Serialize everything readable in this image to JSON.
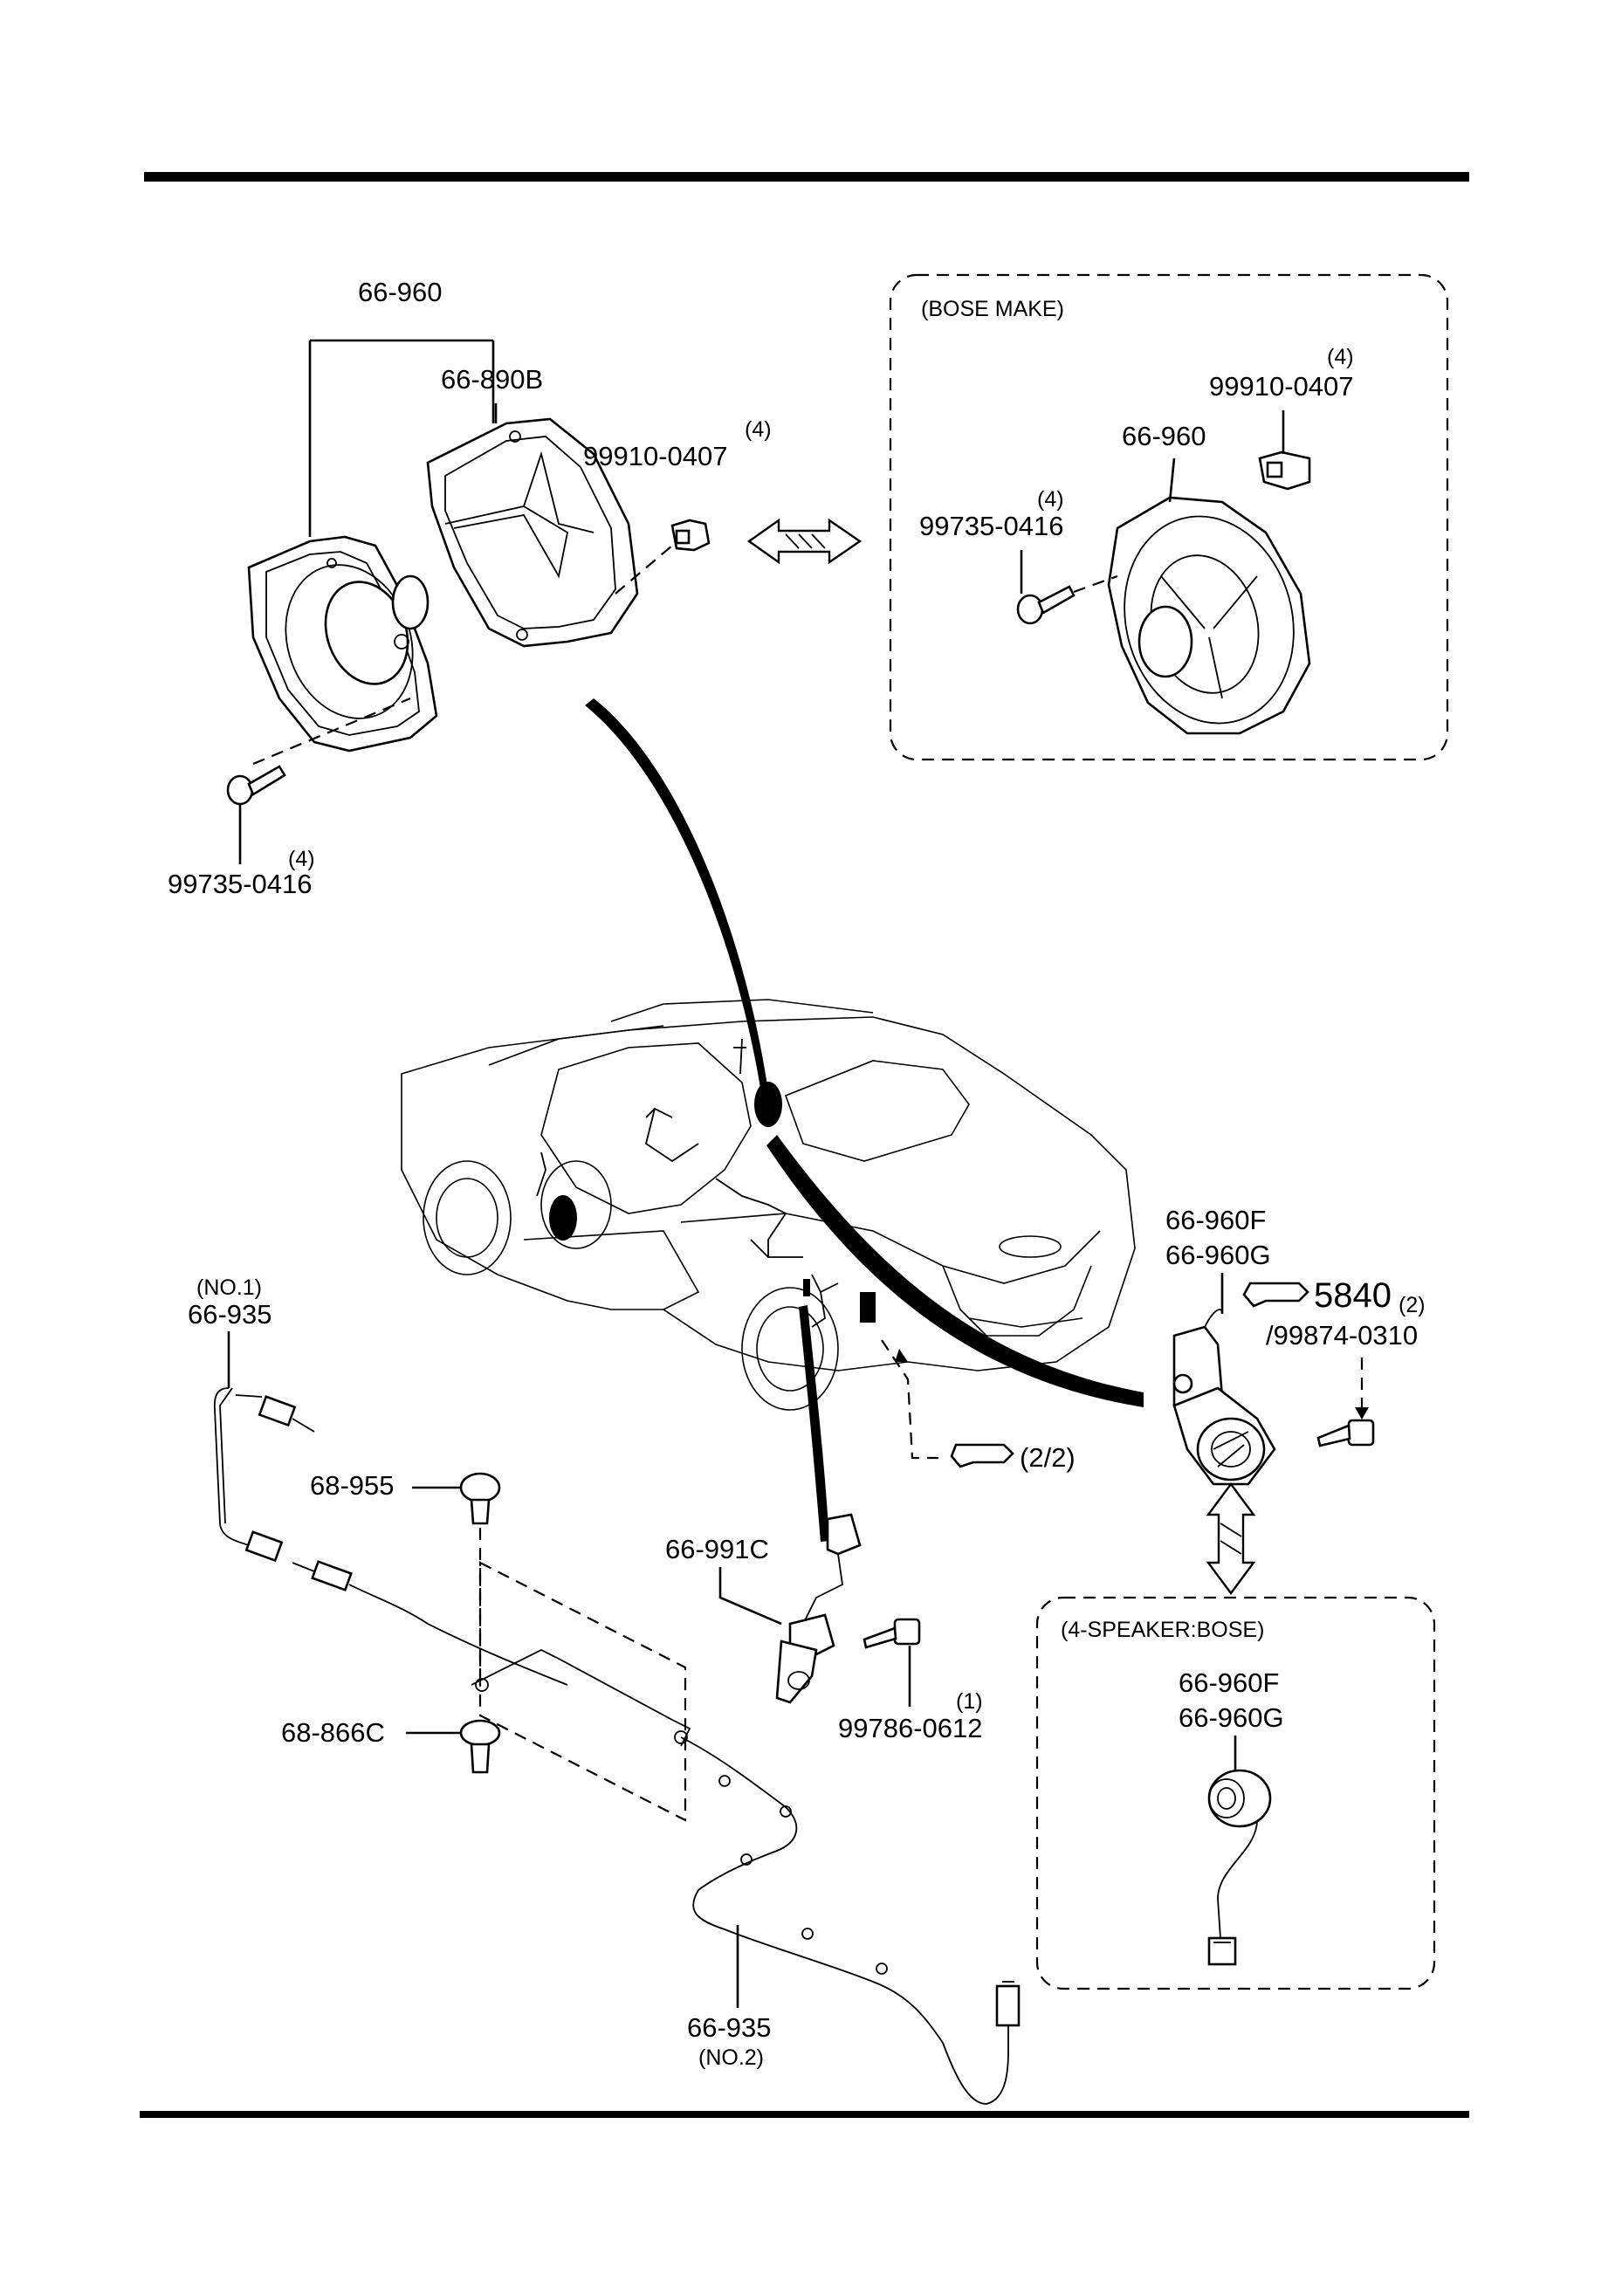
{
  "labels": {
    "speaker_assy": "66-960",
    "speaker_frame": "66-890B",
    "nut_qty": "(4)",
    "nut": "99910-0407",
    "screw_qty": "(4)",
    "screw": "99735-0416",
    "bose_title": "(BOSE MAKE)",
    "bose_nut_qty": "(4)",
    "bose_nut": "99910-0407",
    "bose_speaker": "66-960",
    "bose_screw_qty": "(4)",
    "bose_screw": "99735-0416",
    "harness1_no": "(NO.1)",
    "harness1": "66-935",
    "clip1": "68-955",
    "clip2": "68-866C",
    "harness2": "66-935",
    "harness2_no": "(NO.2)",
    "amp": "66-991C",
    "amp_bolt_qty": "(1)",
    "amp_bolt": "99786-0612",
    "tweeter_f": "66-960F",
    "tweeter_g": "66-960G",
    "ref_main": "5840",
    "ref_sub": "(2)",
    "ref_bolt": "/99874-0310",
    "ref_page": "(2/2)",
    "box2_title": "(4-SPEAKER:BOSE)",
    "box2_tweeter_f": "66-960F",
    "box2_tweeter_g": "66-960G"
  },
  "icons": [
    "pointing-hand-icon",
    "double-arrow-icon"
  ]
}
